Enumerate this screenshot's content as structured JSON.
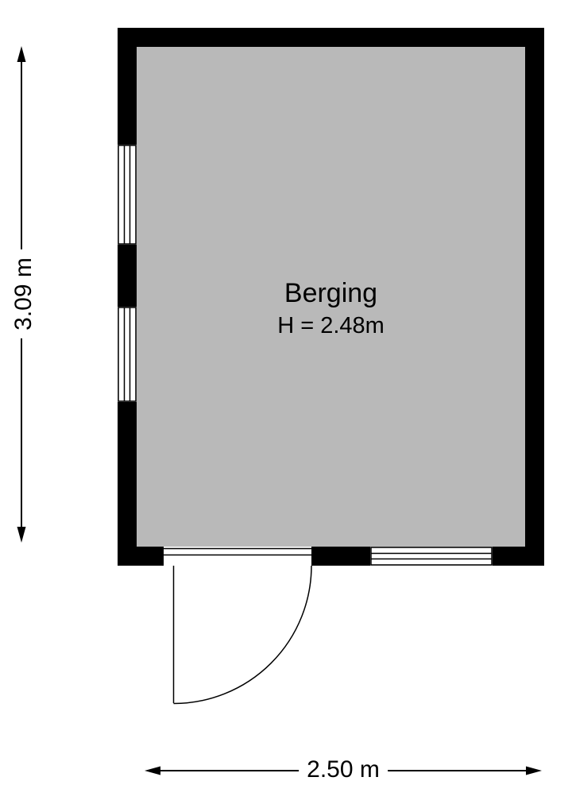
{
  "room": {
    "name": "Berging",
    "ceiling_height": "H = 2.48m"
  },
  "dimensions": {
    "vertical_label": "3.09 m",
    "horizontal_label": "2.50 m"
  },
  "colors": {
    "wall": "#000000",
    "floor": "#b9b9b9",
    "line": "#000000",
    "background": "#ffffff"
  }
}
